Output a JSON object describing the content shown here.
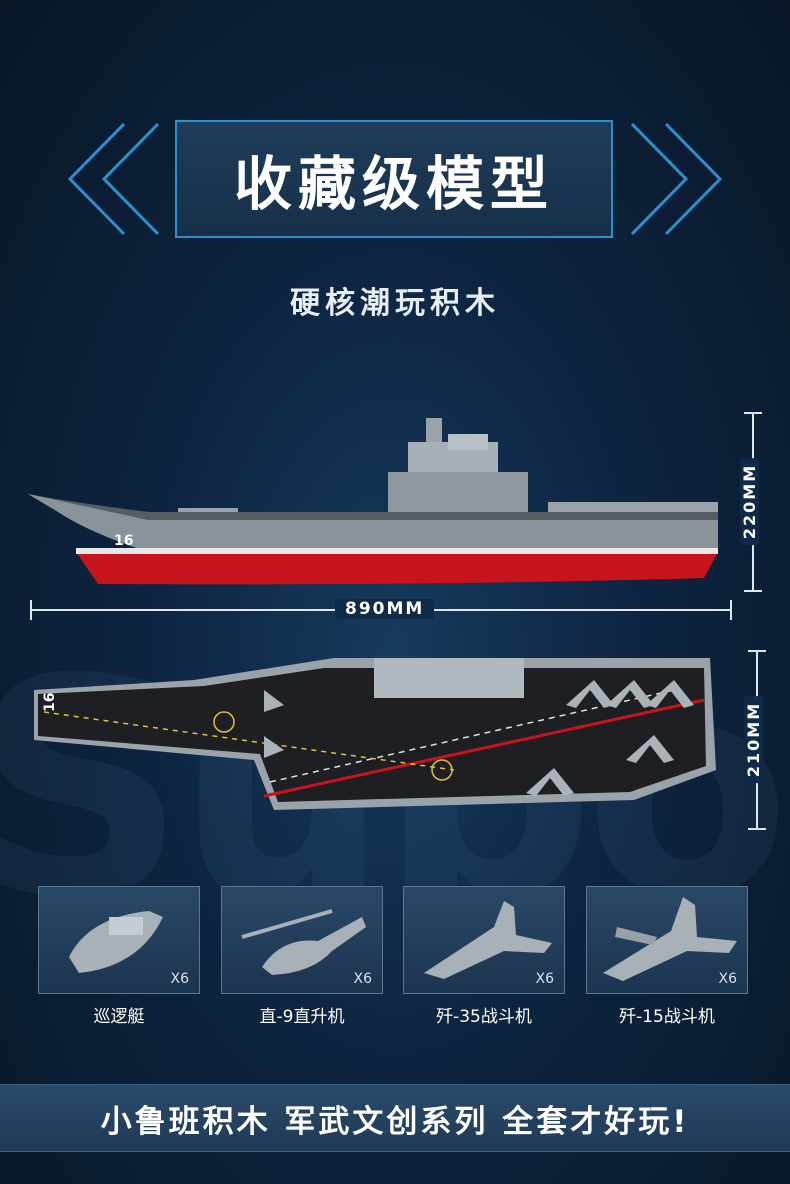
{
  "header": {
    "title": "收藏级模型",
    "subtitle": "硬核潮玩积木"
  },
  "dimensions": {
    "height": "220MM",
    "length": "890MM",
    "width": "210MM"
  },
  "ship": {
    "hull_number": "16",
    "deck_number": "16"
  },
  "items": [
    {
      "name": "巡逻艇",
      "qty": "X6"
    },
    {
      "name": "直-9直升机",
      "qty": "X6"
    },
    {
      "name": "歼-35战斗机",
      "qty": "X6"
    },
    {
      "name": "歼-15战斗机",
      "qty": "X6"
    }
  ],
  "footer": {
    "slogan": "小鲁班积木 军武文创系列 全套才好玩!"
  },
  "colors": {
    "accent": "#2e8fd0",
    "background": "#0d2440",
    "hull_red": "#c8141c",
    "hull_gray": "#8a929a"
  }
}
